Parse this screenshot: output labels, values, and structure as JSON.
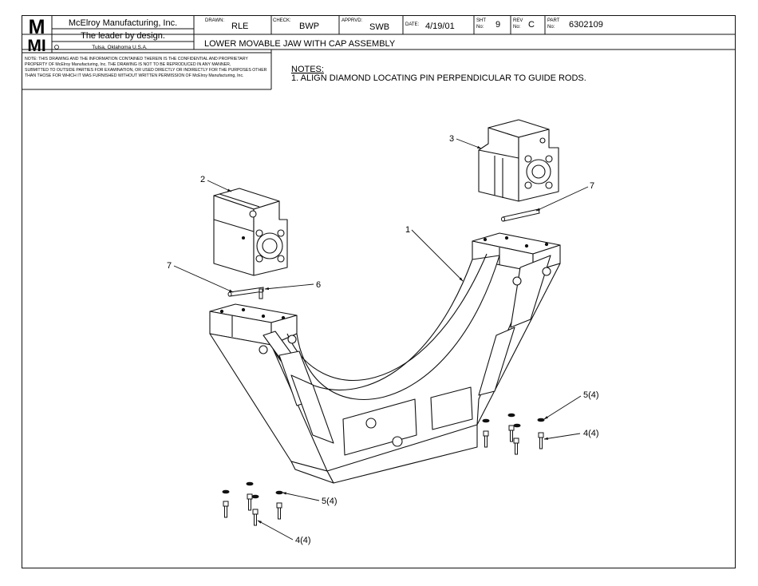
{
  "title_block": {
    "logo_top": "M",
    "logo_bottom": "MI",
    "company": "McElroy Manufacturing, Inc.",
    "slogan": "The leader by design.",
    "location": "Tulsa, Oklahoma U.S.A.",
    "drawn_label": "DRAWN:",
    "drawn_value": "RLE",
    "check_label": "CHECK:",
    "check_value": "BWP",
    "apprvd_label": "APPRVD:",
    "apprvd_value": "SWB",
    "date_label": "DATE:",
    "date_value": "4/19/01",
    "sht_label": "SHT",
    "sht_no": "No:",
    "sht_value": "9",
    "rev_label": "REV",
    "rev_no": "No:",
    "rev_value": "C",
    "part_label": "PART",
    "part_no": "No:",
    "part_value": "6302109",
    "description": "LOWER MOVABLE JAW WITH CAP ASSEMBLY",
    "confidential_lines": [
      "NOTE: THIS DRAWING AND THE INFORMATION CONTAINED THEREIN IS THE CONFIDENTIAL AND PROPRIETARY",
      "PROPERTY OF McElroy Manufacturing, Inc. THE DRAWING IS NOT TO BE REPRODUCED IN ANY MANNER,",
      "SUBMITTED TO OUTSIDE PARTIES FOR EXAMINATION, OR USED DIRECTLY OR INDIRECTLY FOR THE PURPOSES OTHER",
      "THAN THOSE FOR WHICH IT WAS FURNISHED WITHOUT WRITTEN PERMISSION OF McElroy Manufacturing, Inc."
    ]
  },
  "notes": {
    "heading": "NOTES:",
    "line1": "1. ALIGN DIAMOND LOCATING PIN PERPENDICULAR TO GUIDE RODS."
  },
  "callouts": {
    "c1": "1",
    "c2": "2",
    "c3": "3",
    "c7a": "7",
    "c7b": "7",
    "c6": "6",
    "c5a": "5(4)",
    "c4a": "4(4)",
    "c5b": "5(4)",
    "c4b": "4(4)"
  }
}
